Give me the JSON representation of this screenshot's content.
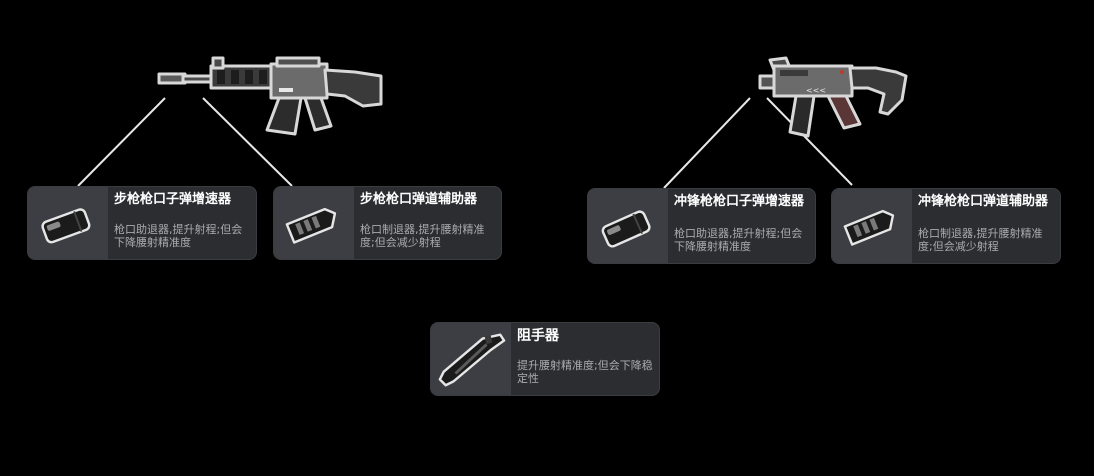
{
  "weapons": [
    {
      "name": "rifle-icon"
    },
    {
      "name": "smg-icon"
    }
  ],
  "cards": {
    "rifle_compensator": {
      "title": "步枪枪口子弹增速器",
      "desc": "枪口助退器,提升射程;但会下降腰射精准度",
      "icon": "compensator-icon"
    },
    "rifle_muzzle_brake": {
      "title": "步枪枪口弹道辅助器",
      "desc": "枪口制退器,提升腰射精准度;但会减少射程",
      "icon": "muzzle-brake-icon"
    },
    "smg_compensator": {
      "title": "冲锋枪枪口子弹增速器",
      "desc": "枪口助退器,提升射程;但会下降腰射精准度",
      "icon": "compensator-icon"
    },
    "smg_muzzle_brake": {
      "title": "冲锋枪枪口弹道辅助器",
      "desc": "枪口制退器,提升腰射精准度;但会减少射程",
      "icon": "muzzle-brake-icon"
    },
    "grip": {
      "title": "阻手器",
      "desc": "提升腰射精准度;但会下降稳定性",
      "icon": "angled-grip-icon"
    }
  }
}
